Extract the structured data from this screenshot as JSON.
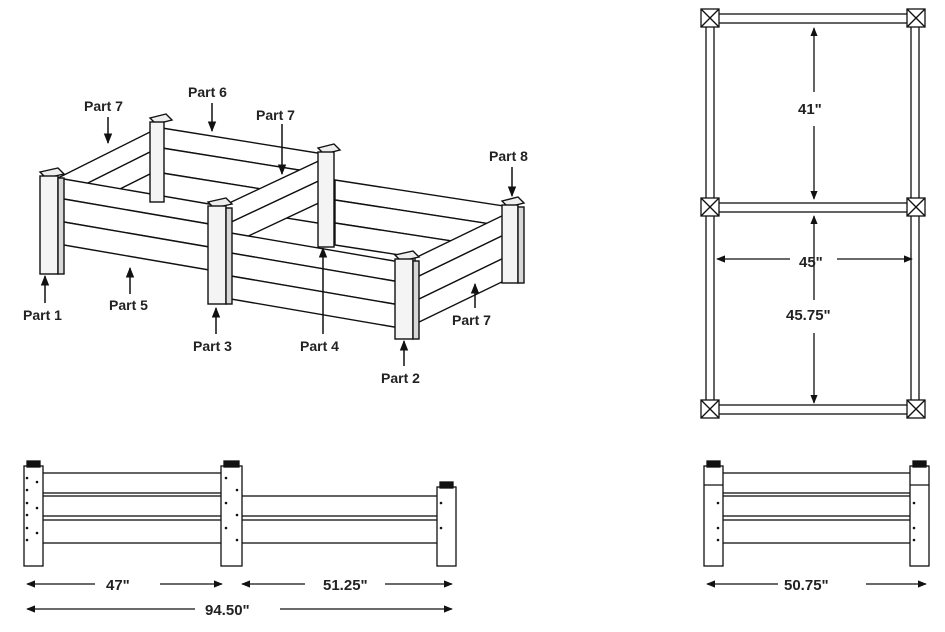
{
  "colors": {
    "line": "#111111",
    "text": "#222222",
    "background": "#ffffff",
    "post_face": "#f4f4f4",
    "post_side": "#d8d8d8"
  },
  "iso_view": {
    "labels": {
      "part1": "Part 1",
      "part2": "Part 2",
      "part3": "Part 3",
      "part4": "Part 4",
      "part5": "Part 5",
      "part6": "Part 6",
      "part7_left": "Part 7",
      "part7_mid": "Part 7",
      "part7_right": "Part 7",
      "part8": "Part 8"
    }
  },
  "top_view": {
    "dims": {
      "upper": "41\"",
      "width": "45\"",
      "lower": "45.75\""
    }
  },
  "front_view": {
    "dims": {
      "left": "47\"",
      "right": "51.25\"",
      "total": "94.50\""
    }
  },
  "side_view": {
    "dims": {
      "width": "50.75\""
    }
  }
}
